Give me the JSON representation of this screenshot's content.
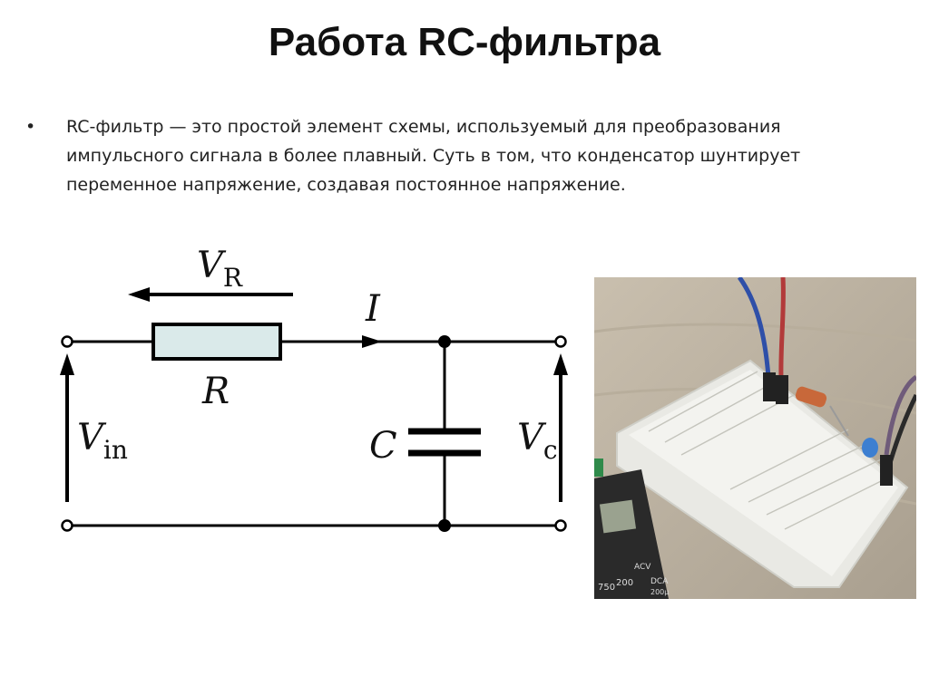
{
  "slide": {
    "title": "Работа RC-фильтра",
    "bullet_marker": "•",
    "bullet_text": "RC-фильтр — это простой элемент схемы, используемый для преобразования импульсного сигнала в более плавный. Суть в том, что конденсатор шунтирует переменное напряжение, создавая постоянное напряжение."
  },
  "diagram": {
    "labels": {
      "vr_main": "V",
      "vr_sub": "R",
      "current": "I",
      "resistor": "R",
      "vin_main": "V",
      "vin_sub": "in",
      "capacitor": "C",
      "vc_main": "V",
      "vc_sub": "c"
    }
  },
  "photo": {
    "meter_labels": [
      "750",
      "200",
      "ACV",
      "DCA",
      "200μ"
    ]
  }
}
